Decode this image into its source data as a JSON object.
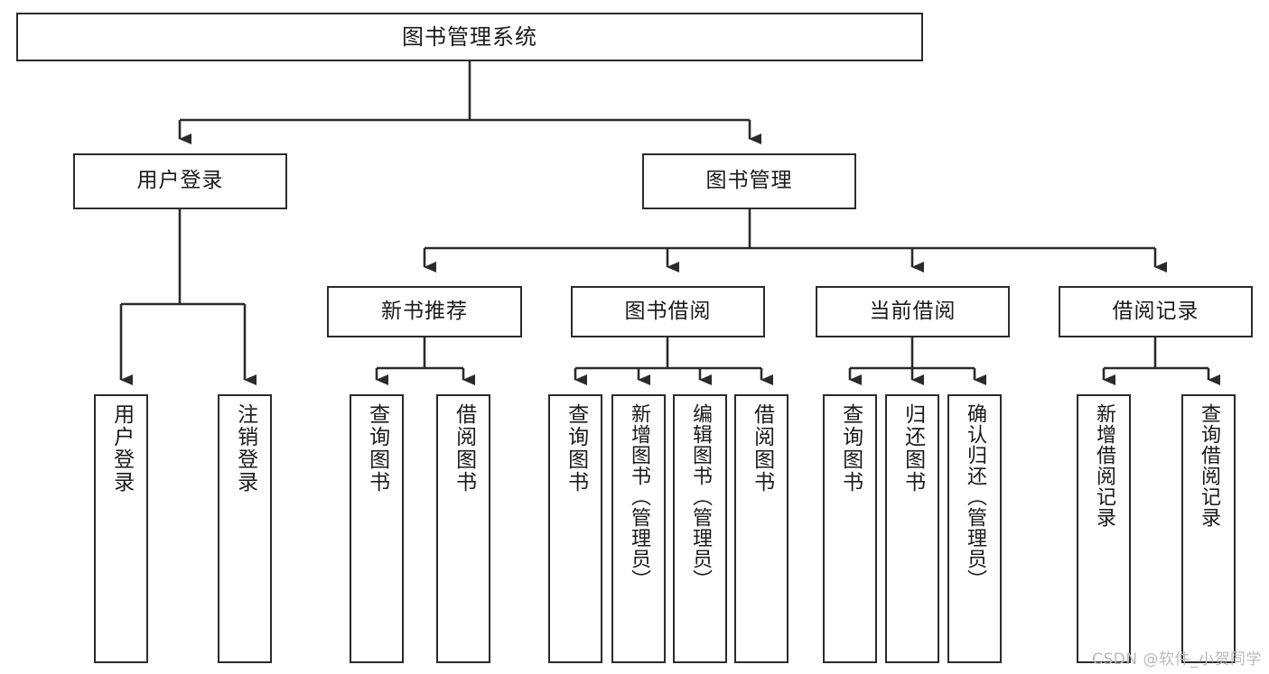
{
  "diagram": {
    "type": "tree",
    "title": "图书管理系统",
    "watermark": "CSDN @软件_小贺同学",
    "colors": {
      "box_border": "#2b2b2b",
      "box_fill": "#ffffff",
      "connector": "#2b2b2b",
      "text": "#1a1a1a",
      "watermark": "#b9b9b9"
    },
    "root": {
      "label": "图书管理系统"
    },
    "level1": [
      {
        "label": "用户登录"
      },
      {
        "label": "图书管理"
      }
    ],
    "level2": [
      {
        "label": "新书推荐"
      },
      {
        "label": "图书借阅"
      },
      {
        "label": "当前借阅"
      },
      {
        "label": "借阅记录"
      }
    ],
    "leaves": {
      "user_login": [
        {
          "label": "用户登录"
        },
        {
          "label": "注销登录"
        }
      ],
      "new_book": [
        {
          "label": "查询图书"
        },
        {
          "label": "借阅图书"
        }
      ],
      "book_borrow": [
        {
          "label": "查询图书"
        },
        {
          "label": "新增图书（管理员）"
        },
        {
          "label": "编辑图书（管理员）"
        },
        {
          "label": "借阅图书"
        }
      ],
      "current_borrow": [
        {
          "label": "查询图书"
        },
        {
          "label": "归还图书"
        },
        {
          "label": "确认归还（管理员）"
        }
      ],
      "borrow_record": [
        {
          "label": "新增借阅记录"
        },
        {
          "label": "查询借阅记录"
        }
      ]
    }
  }
}
